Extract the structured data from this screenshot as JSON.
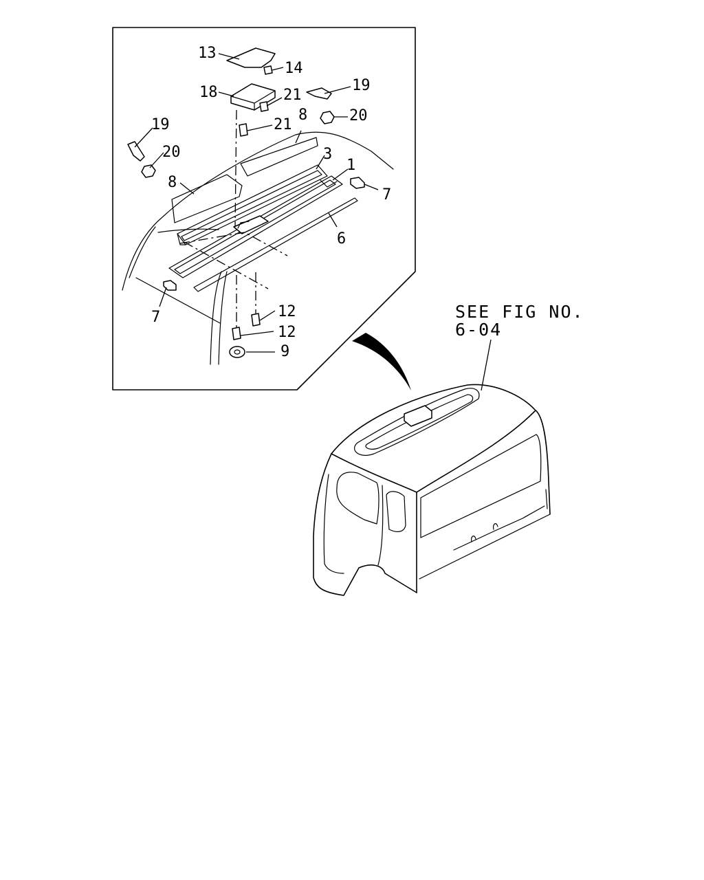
{
  "labels": {
    "p1": "1",
    "p3": "3",
    "p6": "6",
    "p7a": "7",
    "p7b": "7",
    "p8a": "8",
    "p8b": "8",
    "p9": "9",
    "p12a": "12",
    "p12b": "12",
    "p13": "13",
    "p14": "14",
    "p18": "18",
    "p19a": "19",
    "p19b": "19",
    "p20a": "20",
    "p20b": "20",
    "p21a": "21",
    "p21b": "21"
  },
  "reference": {
    "line1": "SEE FIG NO.",
    "line2": "6-04"
  },
  "colors": {
    "ink": "#000000",
    "background": "#ffffff"
  }
}
